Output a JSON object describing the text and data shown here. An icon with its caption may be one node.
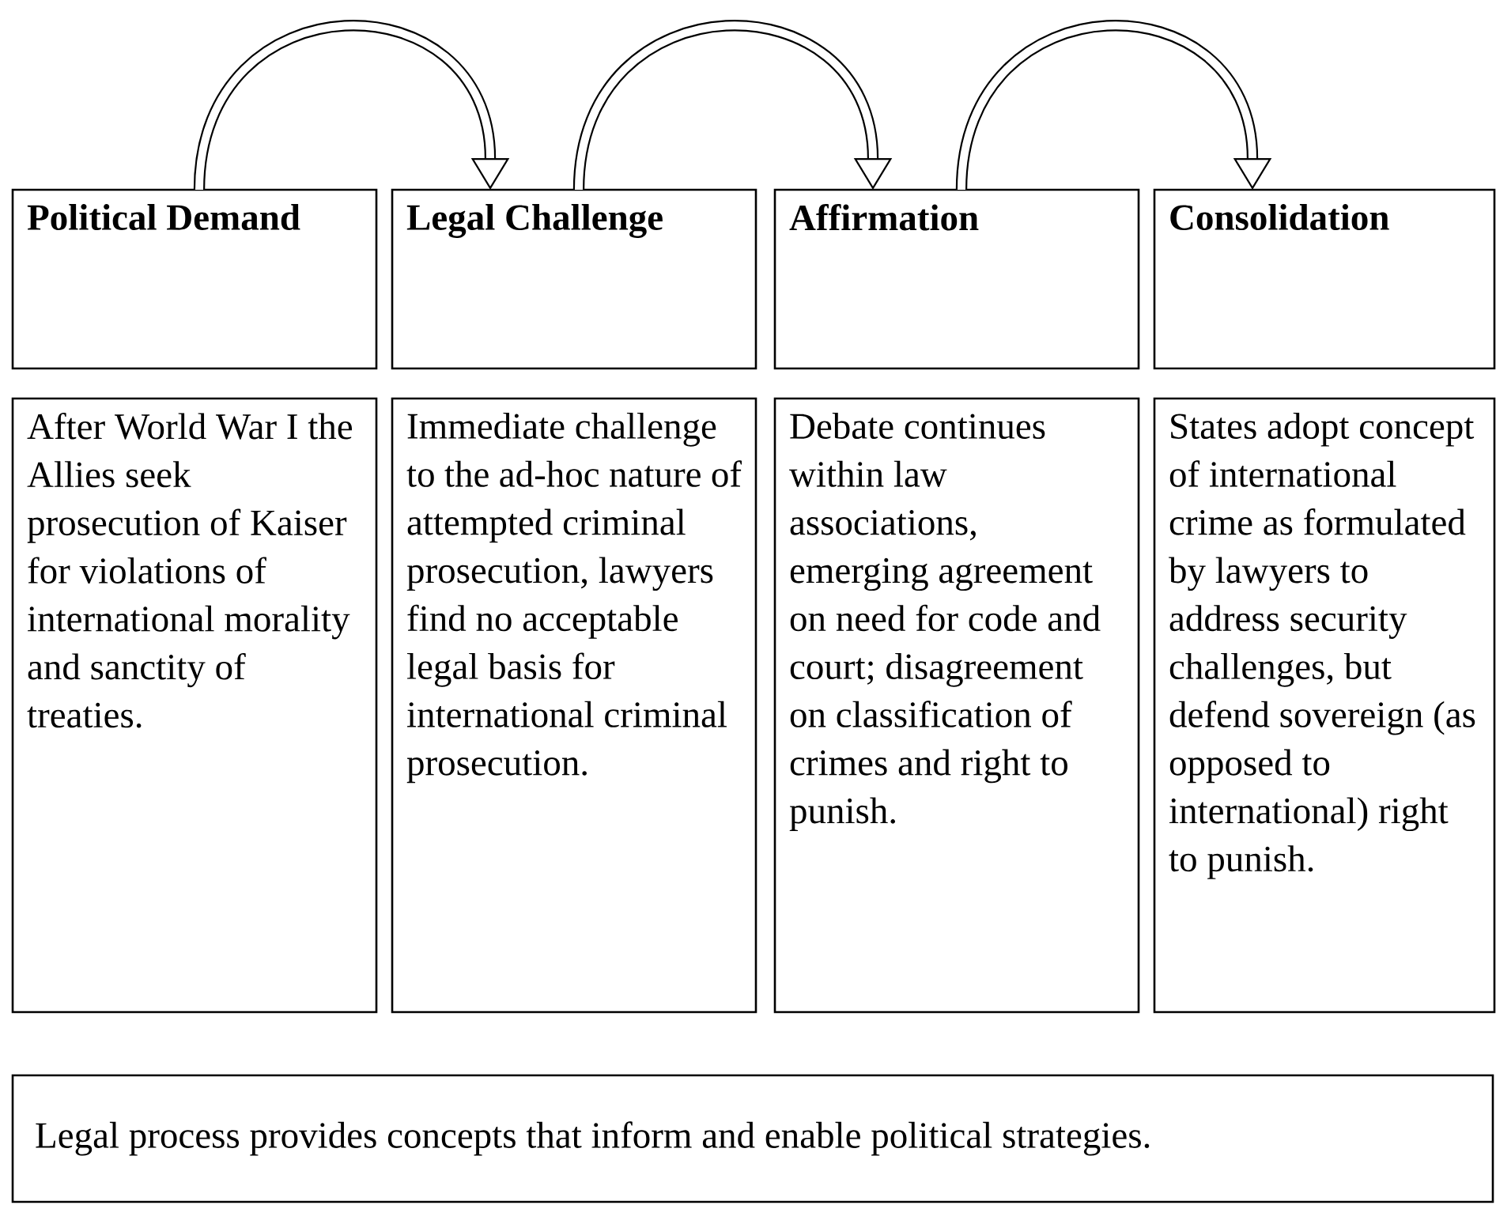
{
  "diagram": {
    "nodes": [
      {
        "text": [
          "Political Demand"
        ]
      },
      {
        "text": [
          "Legal Challenge"
        ]
      },
      {
        "text": [
          "Affirmation"
        ]
      },
      {
        "text": [
          "Consolidation"
        ]
      },
      {
        "text": [
          "After World War I the Allies seek prosecution of Kaiser for violations of international morality and sanctity of treaties."
        ]
      },
      {
        "text": [
          "Immediate challenge to the ad-hoc nature of attempted criminal prosecution, lawyers find no acceptable legal basis for international criminal prosecution."
        ]
      },
      {
        "text": [
          "Debate continues within law associations, emerging agreement on need for code and court; disagreement on classification of crimes and right to punish."
        ]
      },
      {
        "text": [
          "States adopt concept of international crime as formulated by lawyers to address security challenges, but defend sovereign (as opposed to international) right to punish."
        ]
      },
      {
        "text": [
          "Legal process provides concepts that inform and enable political strategies."
        ]
      }
    ],
    "edges": [
      {
        "from": 0,
        "to": 1,
        "arrow": "to"
      },
      {
        "from": 1,
        "to": 2,
        "arrow": "to"
      },
      {
        "from": 2,
        "to": 3,
        "arrow": "to"
      }
    ]
  }
}
